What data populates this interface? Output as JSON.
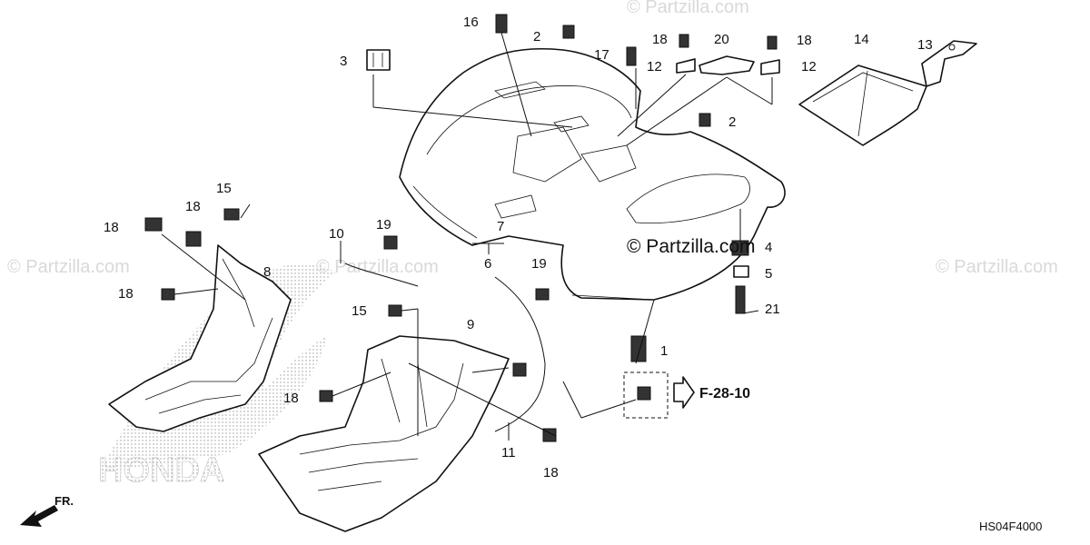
{
  "diagram": {
    "code": "HS04F4000",
    "reference": "F-28-10",
    "direction_label": "FR.",
    "logo_text": "HONDA",
    "watermarks": [
      "© Partzilla.com",
      "© Partzilla.com",
      "© Partzilla.com",
      "© Partzilla.com"
    ],
    "center_watermark": "© Partzilla.com",
    "callouts": [
      "1",
      "2",
      "2",
      "3",
      "4",
      "5",
      "6",
      "7",
      "8",
      "9",
      "10",
      "11",
      "12",
      "12",
      "13",
      "14",
      "15",
      "15",
      "16",
      "17",
      "18",
      "18",
      "18",
      "18",
      "18",
      "18",
      "18",
      "19",
      "19",
      "20",
      "21"
    ]
  }
}
